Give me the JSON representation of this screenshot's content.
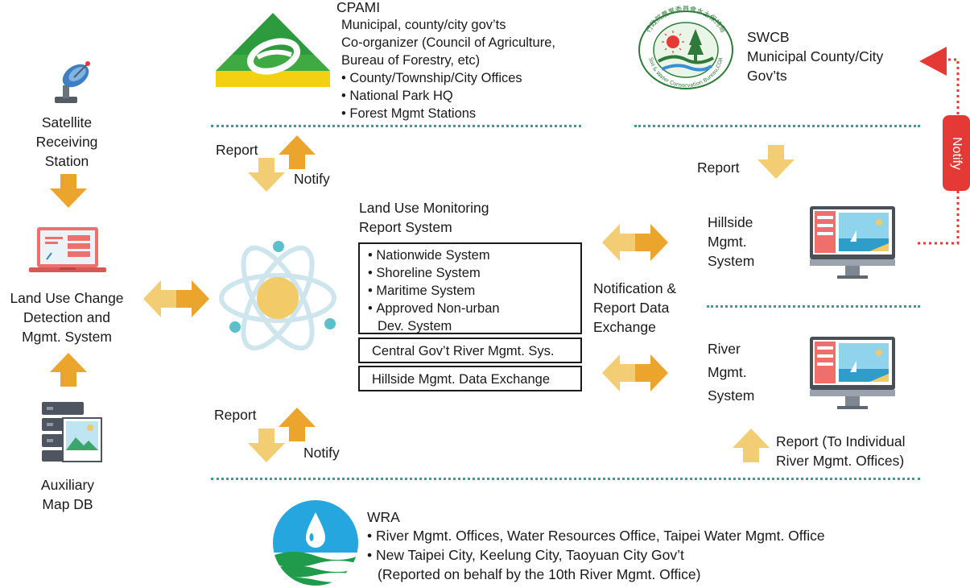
{
  "cpami": {
    "name": "CPAMI",
    "lines": [
      "Municipal, county/city gov’ts",
      "Co-organizer (Council of Agriculture,",
      "Bureau of Forestry, etc)"
    ],
    "bullets": [
      "County/Township/City Offices",
      "National Park HQ",
      "Forest Mgmt Stations"
    ]
  },
  "swcb": {
    "name": "SWCB",
    "line1": "Municipal County/City",
    "line2": "Gov’ts",
    "seal_text": "行政院農業委員會水土保持局",
    "seal_text_en": "Soil & Water Conservation Bureau,COA"
  },
  "satellite": {
    "lines": [
      "Satellite",
      "Receiving",
      "Station"
    ]
  },
  "detection": {
    "lines": [
      "Land Use Change",
      "Detection and",
      "Mgmt. System"
    ]
  },
  "auxiliary": {
    "lines": [
      "Auxiliary",
      "Map DB"
    ]
  },
  "monitoring": {
    "title_lines": [
      "Land Use Monitoring",
      "Report System"
    ],
    "systems": [
      "Nationwide System",
      "Shoreline System",
      "Maritime System",
      "Approved Non-urban"
    ],
    "systems_cont": "Dev. System",
    "box2": "Central Gov’t River Mgmt. Sys.",
    "box3": "Hillside Mgmt. Data Exchange"
  },
  "exchange": {
    "lines": [
      "Notification &",
      "Report Data",
      "Exchange"
    ]
  },
  "hillside": {
    "lines": [
      "Hillside",
      "Mgmt.",
      "System"
    ]
  },
  "river": {
    "lines": [
      "River",
      "Mgmt.",
      "System"
    ]
  },
  "labels": {
    "report_top": "Report",
    "notify_top": "Notify",
    "report_right": "Report",
    "report_bottom": "Report",
    "notify_bottom": "Notify",
    "notify_vertical": "Notify",
    "report_river": [
      "Report (To Individual",
      "River Mgmt. Offices)"
    ]
  },
  "wra": {
    "name": "WRA",
    "bullets": [
      "River Mgmt. Offices, Water Resources Office, Taipei Water Mgmt. Office",
      "New Taipei City, Keelung City, Taoyuan City Gov’t"
    ],
    "cont": "(Reported on behalf by the 10th River Mgmt. Office)"
  },
  "colors": {
    "arrow_light": "#f2cd73",
    "arrow_dark": "#eba42c",
    "teal_line": "#3a9e8f",
    "notify_red": "#e53935",
    "atom_blue": "#cfe5ee",
    "atom_dot": "#5bc0cc",
    "atom_core": "#f2ca68"
  }
}
